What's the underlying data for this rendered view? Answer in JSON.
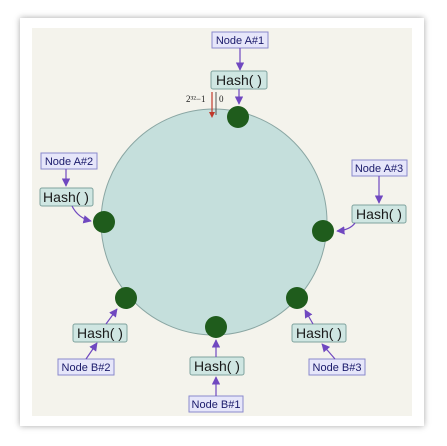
{
  "colors": {
    "canvas": "#f4f3ec",
    "ring_fill": "#c5dfdc",
    "ring_stroke": "#8aa6a3",
    "node_dot": "#1f5c1c",
    "node_box_fill": "#e6e6fa",
    "node_box_stroke": "#8a8acc",
    "hash_box_fill": "#cfe6e2",
    "hash_box_stroke": "#7fa39e",
    "arrow": "#7048c0",
    "marker_red": "#c0392b",
    "marker_dark": "#555555"
  },
  "diagram": {
    "hash_label": "Hash( )",
    "range_max_label": "2³²−1",
    "range_zero_label": "0",
    "nodes": [
      {
        "id": "a1",
        "label": "Node A#1"
      },
      {
        "id": "a2",
        "label": "Node A#2"
      },
      {
        "id": "a3",
        "label": "Node A#3"
      },
      {
        "id": "b1",
        "label": "Node B#1"
      },
      {
        "id": "b2",
        "label": "Node B#2"
      },
      {
        "id": "b3",
        "label": "Node B#3"
      }
    ]
  }
}
